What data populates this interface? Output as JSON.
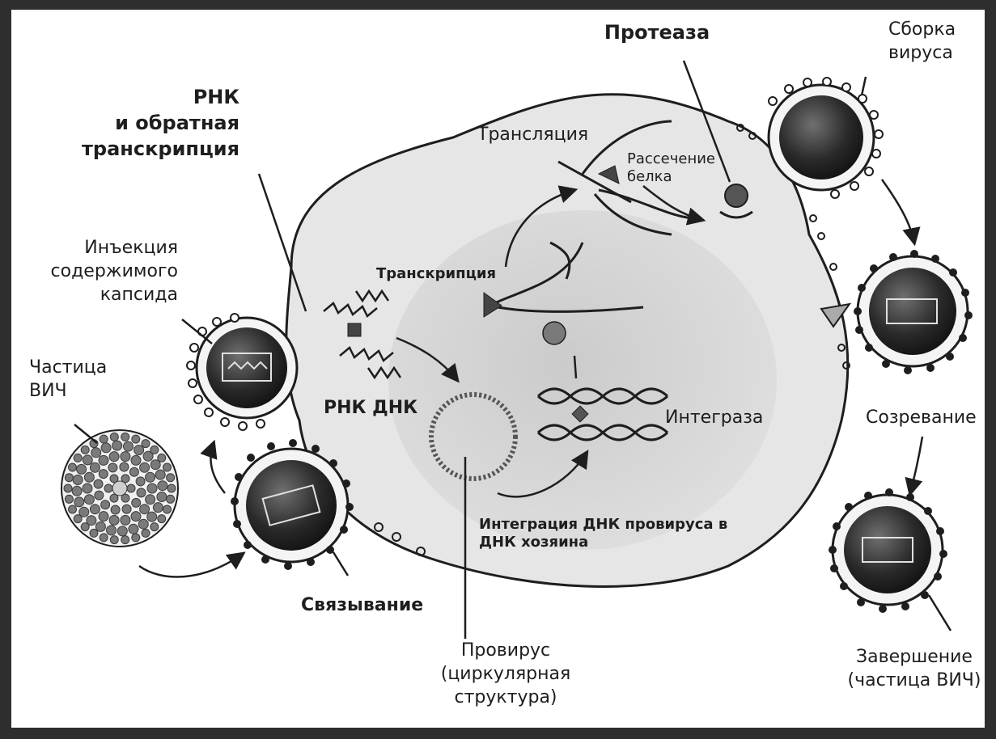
{
  "labels": {
    "protease": "Протеаза",
    "virus_assembly": "Сборка\nвируса",
    "rna_reverse_transcription": "РНК\nи обратная\nтранскрипция",
    "translation": "Трансляция",
    "protein_cleavage": "Рассечение\nбелка",
    "capsid_injection": "Инъекция\nсодержимого\nкапсида",
    "transcription": "Транскрипция",
    "hiv_particle": "Частица\nВИЧ",
    "rna_dna": "РНК ДНК",
    "integrase": "Интеграза",
    "maturation": "Созревание",
    "integration": "Интеграция ДНК провируса в\nДНК хозяина",
    "binding": "Связывание",
    "provirus": "Провирус\n(циркулярная\nструктура)",
    "completion": "Завершение\n(частица ВИЧ)"
  },
  "colors": {
    "frame": "#2e2e2e",
    "ink": "#1e1e1e",
    "accent": "#e38a2c",
    "cell_fill": "#e6e6e6",
    "nucleus_fill": "#d2d2d2"
  }
}
